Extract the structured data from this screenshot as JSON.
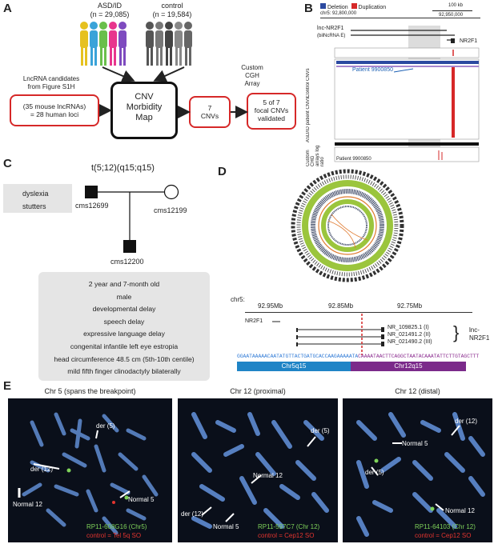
{
  "panels": {
    "a": "A",
    "b": "B",
    "c": "C",
    "d": "D",
    "e": "E"
  },
  "panelA": {
    "asd_title": "ASD/ID",
    "asd_n": "(n = 29,085)",
    "control_title": "control",
    "control_n": "(n = 19,584)",
    "lnc_header_1": "LncRNA candidates",
    "lnc_header_2": "from Figure S1H",
    "lnc_box_1": "(35 mouse lncRNAs)",
    "lnc_box_2": "= 28 human loci",
    "cnv_map_1": "CNV",
    "cnv_map_2": "Morbidity",
    "cnv_map_3": "Map",
    "seven_1": "7",
    "seven_2": "CNVs",
    "custom_1": "Custom",
    "custom_2": "CGH",
    "custom_3": "Array",
    "focal_1": "5 of 7",
    "focal_2": "focal CNVs",
    "focal_3": "validated"
  },
  "panelB": {
    "legend_deletion": "Deletion",
    "legend_duplication": "Duplication",
    "scale": "100 kb",
    "chr_pos_left": "chr5: 92,800,000",
    "chr_pos_right": "92,950,000",
    "lnc_label": "lnc-NR2F1",
    "lnc_sub": "(bilNcRNA E)",
    "nr2f1": "NR2F1",
    "control_cnvs": "Control CNVs",
    "asd_cnvs": "ASD/ID patient CNVs",
    "patient": "Patient 9900850",
    "custom_arrays": "Custom CHG arrays",
    "log_ratio": "log ratio",
    "patient2": "Patient 9900850",
    "colors": {
      "deletion": "#2b4aa0",
      "duplication": "#d62828"
    }
  },
  "panelC": {
    "karyotype": "t(5;12)(q15;q15)",
    "trait_1": "dyslexia",
    "trait_2": "stutters",
    "father": "cms12699",
    "mother": "cms12199",
    "child": "cms12200",
    "pheno": [
      "2 year and 7-month old",
      "male",
      "developmental delay",
      "speech delay",
      "expressive language delay",
      "congenital infantile left eye estropia",
      "head circumference 48.5 cm (5th-10th centile)",
      "mild fifth finger clinodactyly bilaterally"
    ]
  },
  "panelD": {
    "chr": "chr5:",
    "ticks": [
      "92.95Mb",
      "92.85Mb",
      "92.75Mb"
    ],
    "nr2f1": "NR2F1",
    "isoforms": [
      "NR_109825.1 (I)",
      "NR_021491.2 (II)",
      "NR_021490.2 (III)"
    ],
    "lnc": "lnc-",
    "lnc2": "NR2F1",
    "seq_left": "GGAATAAAAACAATATGTTACTGATGCACCAAGAAAAATA",
    "seq_right": "CAAAATAACTTCAGGCTAATACAAATATTCTTGTAGCTTT",
    "band_left": "Chr5q15",
    "band_right": "Chr12q15"
  },
  "panelE": {
    "panel1": {
      "title": "Chr 5 (spans the breakpoint)",
      "labels": [
        "der (5)",
        "der (12)",
        "Normal 12",
        "Normal 5"
      ],
      "probe": "RP11-608G16 (Chr5)",
      "control": "control = Tel 5q SO"
    },
    "panel2": {
      "title": "Chr 12 (proximal)",
      "labels": [
        "der (5)",
        "Normal 12",
        "der (12)",
        "Normal 5"
      ],
      "probe": "RP11-597C7 (Chr 12)",
      "control": "control = Cep12 SO"
    },
    "panel3": {
      "title": "Chr 12 (distal)",
      "labels": [
        "der (12)",
        "Normal 5",
        "der (5)",
        "Normal 12"
      ],
      "probe": "RP11-64103 (Chr 12)",
      "control": "control = Cep12 SO"
    }
  }
}
